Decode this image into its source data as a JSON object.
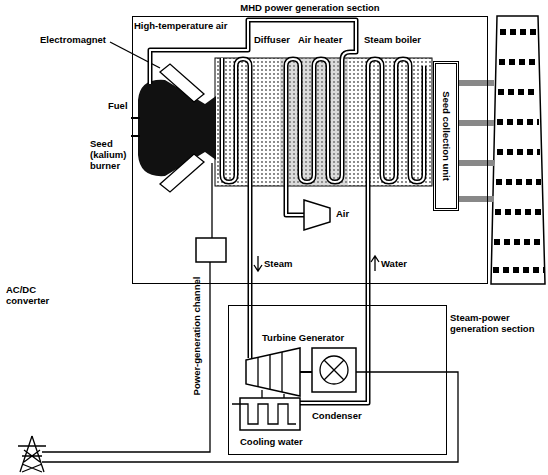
{
  "diagram": {
    "nodes": [
      {
        "text": [
          "MHD power generation section"
        ]
      },
      {
        "text": [
          "Seed collection unit"
        ],
        "in": 0
      },
      {
        "text": [
          "Steam-power generation section"
        ]
      }
    ],
    "labels": [
      "High-temperature air",
      "Electromagnet",
      "Diffuser",
      "Air heater",
      "Steam boiler",
      "Fuel",
      "Seed (kalium) burner",
      "Air",
      "AC/DC converter",
      "Power-generation channel",
      "Steam",
      "Water",
      "Turbine Generator",
      "Condenser",
      "Cooling water"
    ]
  }
}
